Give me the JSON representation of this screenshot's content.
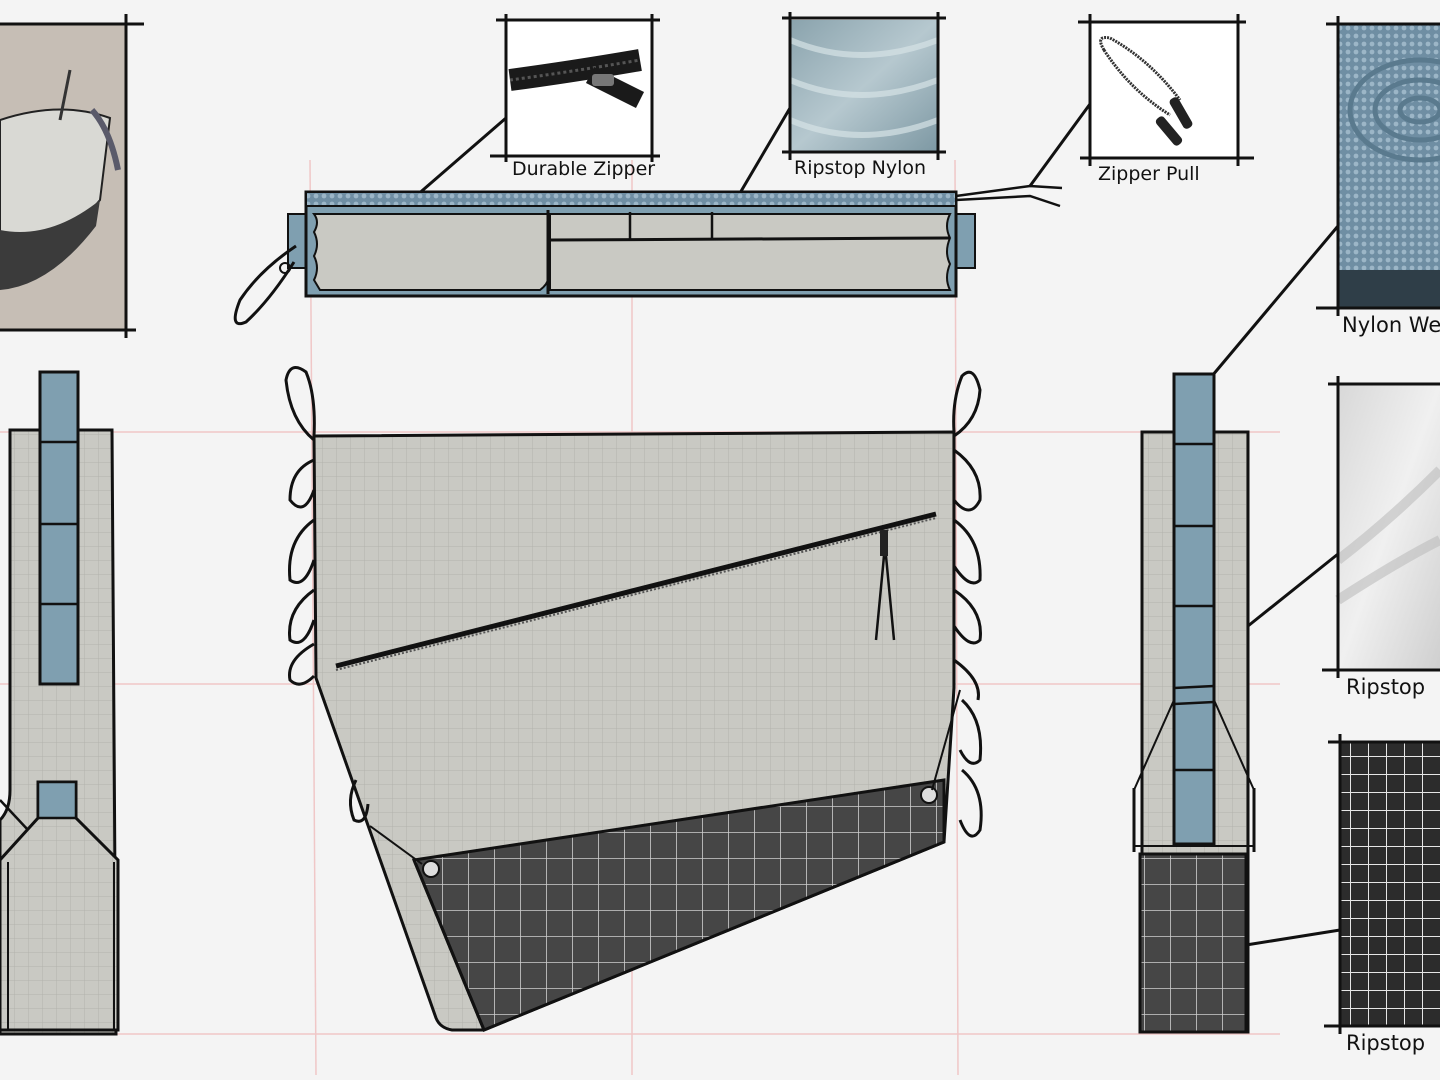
{
  "labels": {
    "durable_zipper": "Durable Zipper",
    "ripstop_nylon": "Ripstop Nylon",
    "zipper_pull": "Zipper Pull",
    "nylon_webbing": "Nylon We",
    "ripstop_1": "Ripstop",
    "ripstop_2": "Ripstop"
  },
  "colors": {
    "background": "#f4f4f4",
    "fabric_gray": "#c9c9c3",
    "webbing_blue": "#7f9fb0",
    "grid_dark": "#4a4a4a",
    "guide_red": "#f0c7c7",
    "outline": "#111111"
  }
}
